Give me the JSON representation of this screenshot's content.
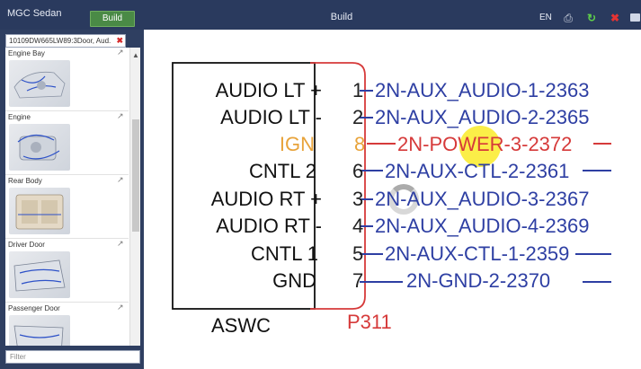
{
  "header": {
    "app_title": "MGC Sedan",
    "build_button": "Build",
    "center_title": "Build",
    "language": "EN"
  },
  "sidebar": {
    "search_tag": "10109DW665LW89:3Door, Aud.",
    "items": [
      {
        "label": "Engine Bay"
      },
      {
        "label": "Engine"
      },
      {
        "label": "Rear Body"
      },
      {
        "label": "Driver Door"
      },
      {
        "label": "Passenger Door"
      }
    ],
    "filter_placeholder": "Filter"
  },
  "diagram": {
    "component_name": "ASWC",
    "connector_name": "P311",
    "pins": [
      {
        "label": "AUDIO LT +",
        "num": "1",
        "wire": "2N-AUX_AUDIO-1-2363"
      },
      {
        "label": "AUDIO LT -",
        "num": "2",
        "wire": "2N-AUX_AUDIO-2-2365"
      },
      {
        "label": "IGN",
        "num": "8",
        "wire": "2N-POWER-3-2372"
      },
      {
        "label": "CNTL 2",
        "num": "6",
        "wire": "2N-AUX-CTL-2-2361"
      },
      {
        "label": "AUDIO RT +",
        "num": "3",
        "wire": "2N-AUX_AUDIO-3-2367"
      },
      {
        "label": "AUDIO RT -",
        "num": "4",
        "wire": "2N-AUX_AUDIO-4-2369"
      },
      {
        "label": "CNTL 1",
        "num": "5",
        "wire": "2N-AUX-CTL-1-2359"
      },
      {
        "label": "GND",
        "num": "7",
        "wire": "2N-GND-2-2370"
      }
    ],
    "colors": {
      "wire_blue": "#2e3fa3",
      "wire_red": "#d63a3a",
      "ign_orange": "#e8a33a",
      "highlight_yellow": "#faeb28"
    }
  }
}
